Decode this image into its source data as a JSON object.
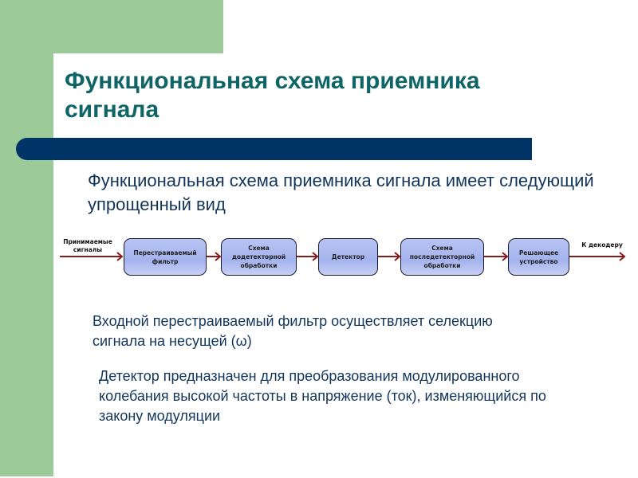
{
  "slide": {
    "title": "Функциональная схема приемника сигнала",
    "subtitle": "Функциональная схема приемника сигнала имеет следующий упрощенный вид",
    "colors": {
      "green_accent": "#9ccb99",
      "title_color": "#0f6566",
      "bar_color": "#003366",
      "body_text": "#12355b",
      "arrow_color": "#8b1a1a",
      "box_fill": "#a9b7ef"
    }
  },
  "diagram": {
    "input_label": "Принимаемые сигналы",
    "output_label": "К декодеру",
    "blocks": [
      {
        "label": "Перестраиваемый фильтр"
      },
      {
        "label": "Схема додетекторной обработки"
      },
      {
        "label": "Детектор"
      },
      {
        "label": "Схема последетекторной обработки"
      },
      {
        "label": "Решающее устройство"
      }
    ]
  },
  "notes": {
    "filter_note": "Входной перестраиваемый фильтр осуществляет селекцию сигнала на несущей (ω)",
    "detector_note": "Детектор предназначен для преобразования модулированного колебания высокой частоты в напряжение (ток), изменяющийся по закону модуляции"
  }
}
